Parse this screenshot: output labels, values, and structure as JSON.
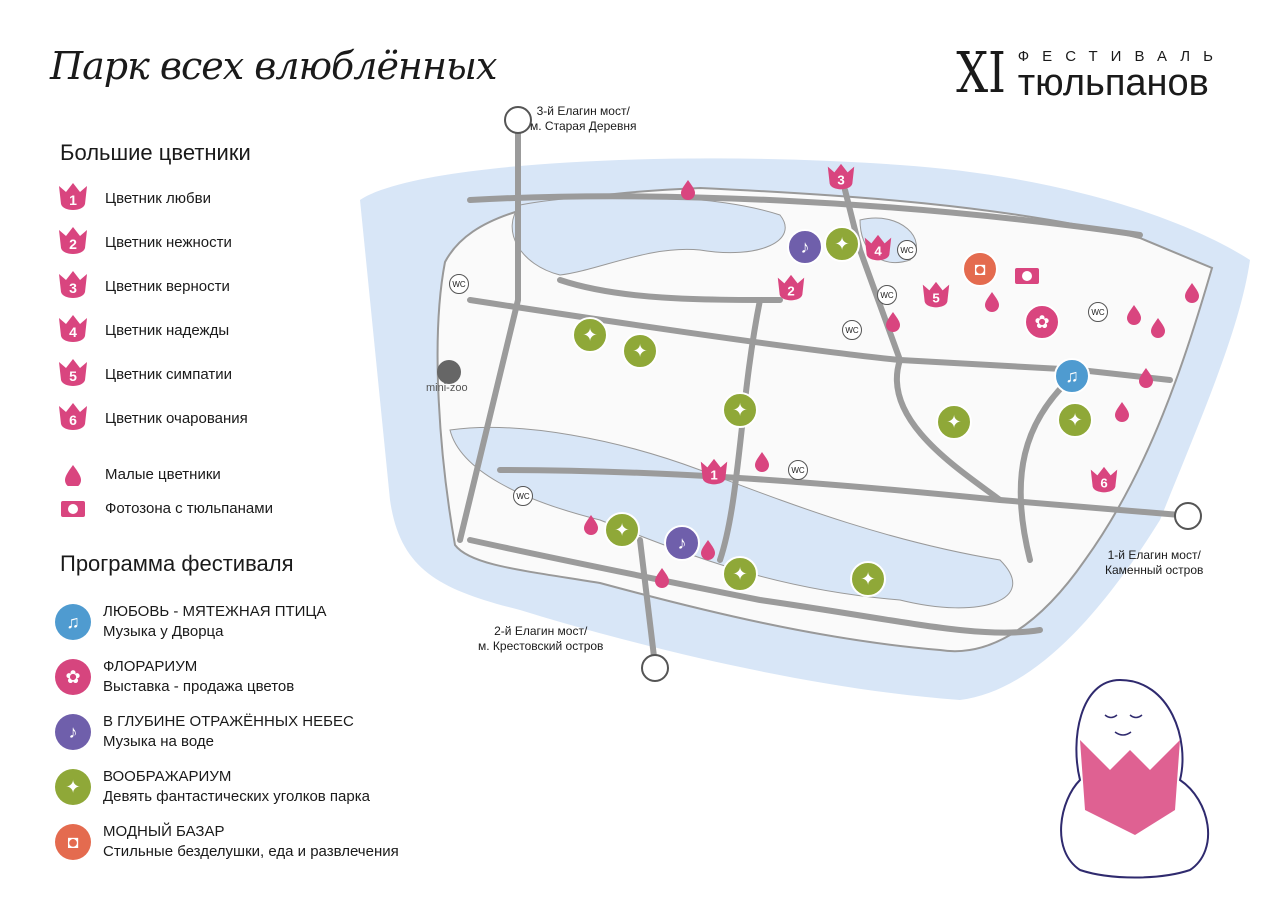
{
  "title": "Парк всех влюблённых",
  "logo": {
    "numeral": "XI",
    "line1": "ФЕСТИВАЛЬ",
    "line2": "тюльпанов"
  },
  "big_gardens": {
    "heading": "Большие цветники",
    "items": [
      {
        "num": "1",
        "label": "Цветник любви"
      },
      {
        "num": "2",
        "label": "Цветник нежности"
      },
      {
        "num": "3",
        "label": "Цветник верности"
      },
      {
        "num": "4",
        "label": "Цветник надежды"
      },
      {
        "num": "5",
        "label": "Цветник симпатии"
      },
      {
        "num": "6",
        "label": "Цветник очарования"
      }
    ]
  },
  "small_gardens": "Малые цветники",
  "photozone": "Фотозона с тюльпанами",
  "program": {
    "heading": "Программа фестиваля",
    "items": [
      {
        "title": "ЛЮБОВЬ - МЯТЕЖНАЯ ПТИЦА",
        "subtitle": "Музыка у Дворца",
        "color": "#4f9bd0"
      },
      {
        "title": "ФЛОРАРИУМ",
        "subtitle": "Выставка - продажа цветов",
        "color": "#d6457e"
      },
      {
        "title": "В ГЛУБИНЕ ОТРАЖЁННЫХ НЕБЕС",
        "subtitle": "Музыка на воде",
        "color": "#6f5fab"
      },
      {
        "title": "ВООБРАЖАРИУМ",
        "subtitle": "Девять фантастических уголков парка",
        "color": "#8fa838"
      },
      {
        "title": "МОДНЫЙ БАЗАР",
        "subtitle": "Стильные безделушки, еда и развлечения",
        "color": "#e46b4f"
      }
    ]
  },
  "map": {
    "bridge3": [
      "3-й Елагин мост/",
      "м. Старая Деревня"
    ],
    "bridge1": [
      "1-й Елагин мост/",
      "Каменный остров"
    ],
    "bridge2": [
      "2-й Елагин мост/",
      "м. Крестовский остров"
    ],
    "minizoo": "mini-zoo",
    "wc": "WC"
  },
  "colors": {
    "tulip": "#d9457f",
    "water": "#d8e6f7",
    "road": "#9b9b9b"
  }
}
